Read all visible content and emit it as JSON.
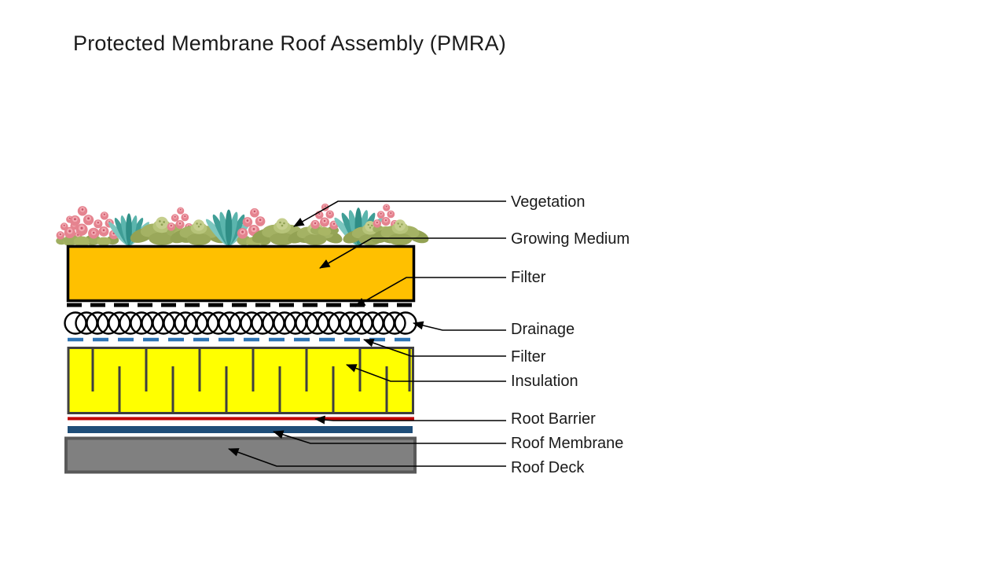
{
  "slide": {
    "title": "Protected Membrane Roof Assembly (PMRA)"
  },
  "diagram": {
    "layers": [
      {
        "label": "Vegetation"
      },
      {
        "label": "Growing Medium"
      },
      {
        "label": "Filter"
      },
      {
        "label": "Drainage"
      },
      {
        "label": "Filter"
      },
      {
        "label": "Insulation"
      },
      {
        "label": "Root Barrier"
      },
      {
        "label": "Roof Membrane"
      },
      {
        "label": "Roof Deck"
      }
    ],
    "colors": {
      "growing_medium": "#FFC000",
      "insulation": "#FFFF00",
      "insulation_lines": "#3F3F3F",
      "filter_upper_dash": "#000000",
      "filter_lower_dash": "#2E75B6",
      "drainage_outline": "#000000",
      "root_barrier": "#C00000",
      "roof_membrane": "#1F4E79",
      "roof_deck": "#808080",
      "roof_deck_border": "#595959"
    }
  }
}
